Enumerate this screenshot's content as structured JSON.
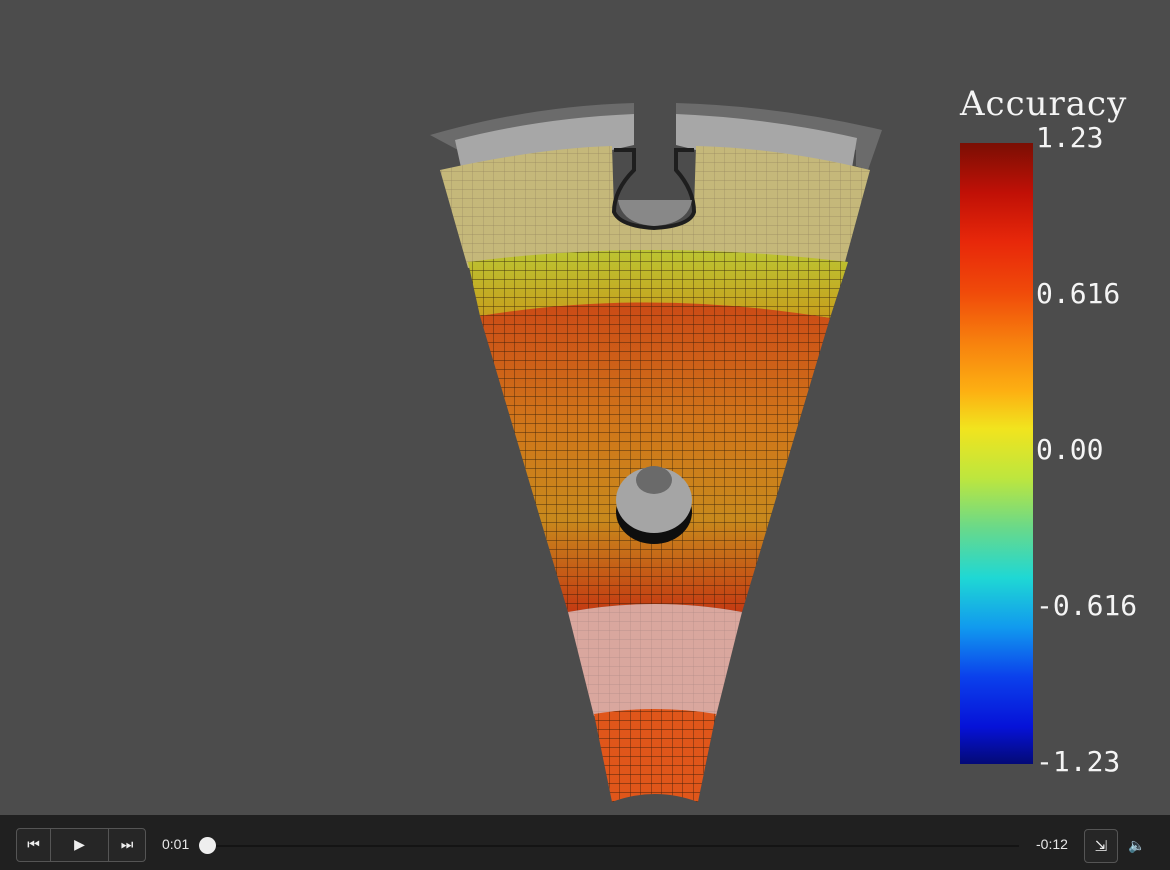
{
  "legend": {
    "title": "Accuracy",
    "ticks": [
      "1.23",
      "0.616",
      "0.00",
      "-0.616",
      "-1.23"
    ],
    "range": [
      -1.23,
      1.23
    ],
    "colormap": [
      "#7a0f04",
      "#e8280a",
      "#f7800e",
      "#f1e41e",
      "#69d98a",
      "#1fd8d4",
      "#119aee",
      "#0612d8",
      "#040a76"
    ]
  },
  "player": {
    "elapsed": "0:01",
    "remaining": "-0:12",
    "progress": 0.08,
    "icons": {
      "previous": "skip-back-icon",
      "play": "play-icon",
      "next": "skip-forward-icon",
      "exit": "exit-fullscreen-icon",
      "volume": "volume-icon"
    }
  },
  "colors": {
    "viewport_background": "#4c4c4c",
    "control_bar": "#202020",
    "mesh_lines": "#2a1a0a"
  }
}
